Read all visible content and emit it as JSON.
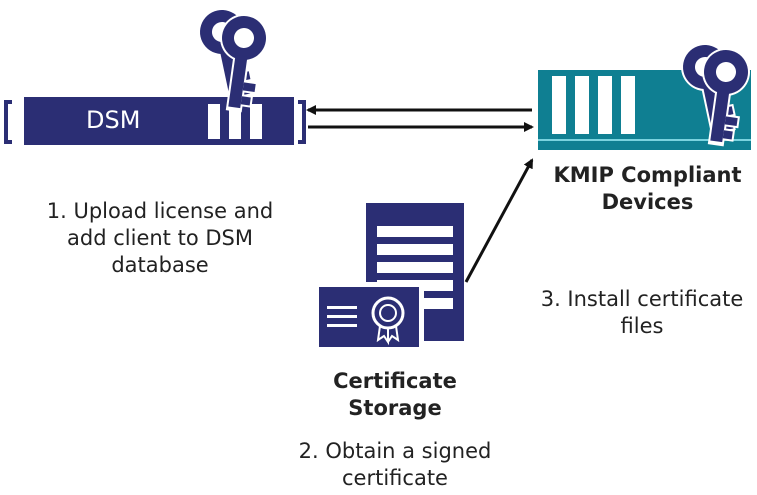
{
  "dsm": {
    "label": "DSM"
  },
  "kmip": {
    "label_line1": "KMIP Compliant",
    "label_line2": "Devices"
  },
  "certificate_storage": {
    "label_line1": "Certificate",
    "label_line2": "Storage"
  },
  "steps": {
    "step1": [
      "1. Upload license and",
      "add client to DSM",
      "database"
    ],
    "step2": [
      "2. Obtain a signed",
      "certificate"
    ],
    "step3": [
      "3. Install certificate",
      "files"
    ]
  },
  "colors": {
    "navy": "#2b2e74",
    "teal": "#0f7f92",
    "arrow": "#111111",
    "text": "#222222"
  },
  "icons": [
    "key-icon",
    "certificate-icon",
    "document-icon",
    "seal-icon"
  ]
}
